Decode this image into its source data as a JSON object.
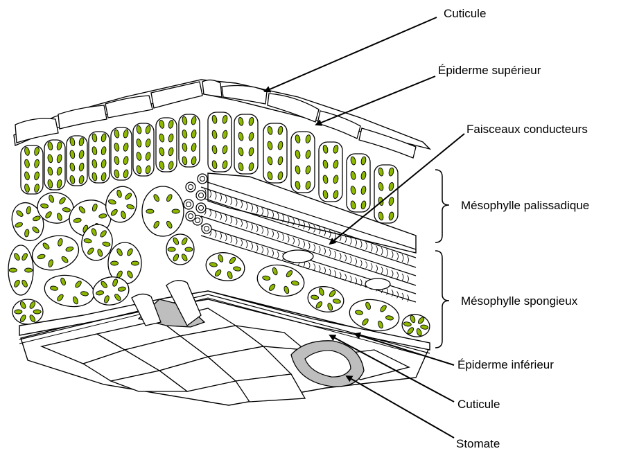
{
  "labels": {
    "cuticule_top": "Cuticule",
    "epiderme_superieur": "Épiderme supérieur",
    "faisceaux": "Faisceaux conducteurs",
    "palissadique": "Mésophylle palissadique",
    "spongieux": "Mésophylle spongieux",
    "epiderme_inferieur": "Épiderme inférieur",
    "cuticule_bottom": "Cuticule",
    "stomate": "Stomate"
  },
  "colors": {
    "chloroplast": "#8DB800",
    "guard_cell": "#BEBEBE",
    "line": "#000000",
    "background": "#FFFFFF"
  }
}
